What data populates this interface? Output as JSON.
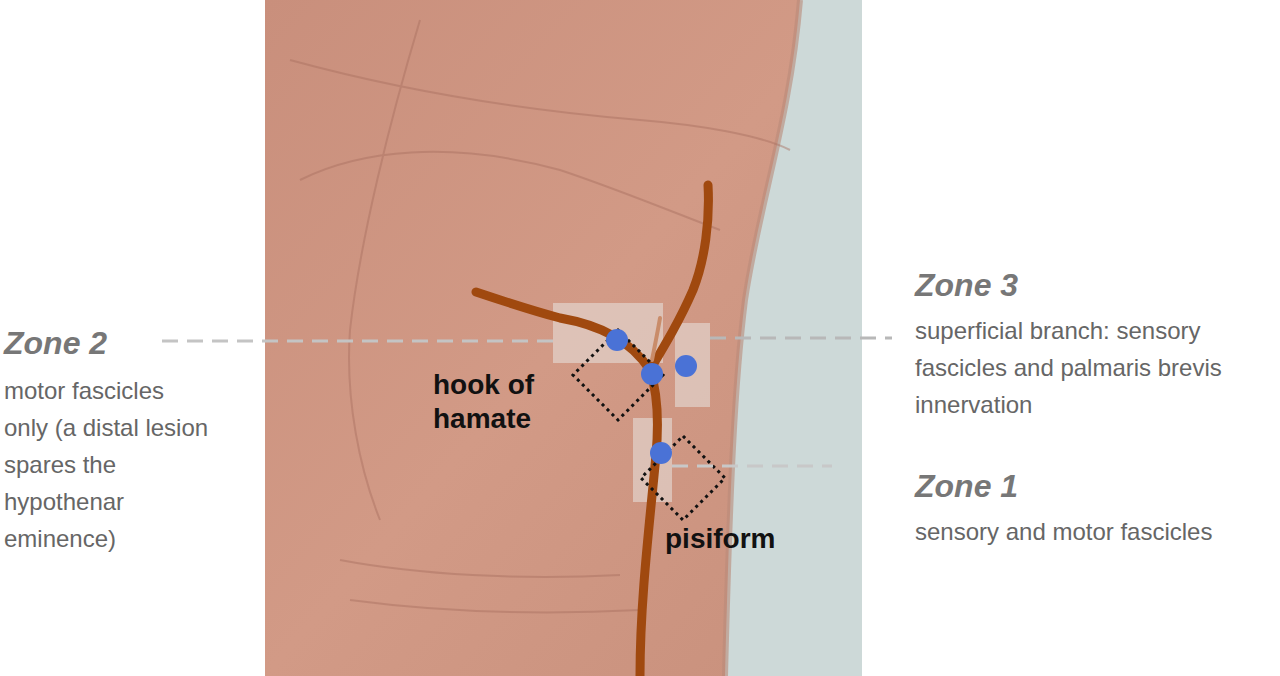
{
  "diagram": {
    "labels": [
      "Zone 2",
      "motor fascicles only (a distal lesion spares the hypothenar eminence)",
      "Zone 3",
      "superficial branch: sensory fascicles and palmaris brevis innervation",
      "Zone 1",
      "sensory and motor fascicles",
      "hook of hamate",
      "pisiform"
    ]
  }
}
